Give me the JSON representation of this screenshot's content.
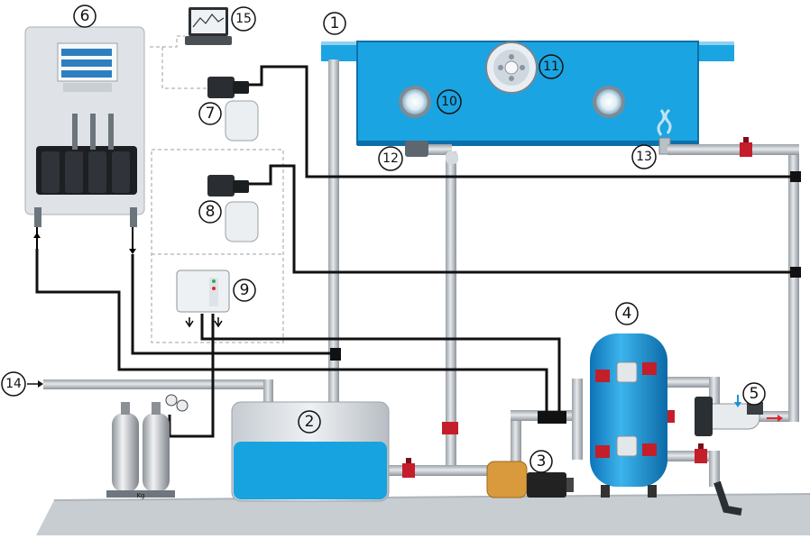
{
  "labels": {
    "n1": "1",
    "n2": "2",
    "n3": "3",
    "n4": "4",
    "n5": "5",
    "n6": "6",
    "n7": "7",
    "n8": "8",
    "n9": "9",
    "n10": "10",
    "n11": "11",
    "n12": "12",
    "n13": "13",
    "n14": "14",
    "n15": "15"
  },
  "tank_label": "Kg",
  "colors": {
    "water": "#16a3e0",
    "pipe": "#c7ccd2",
    "cable": "#111111",
    "valve": "#c41e2a",
    "pump": "#d89a3c",
    "floor": "#c8cdd2"
  }
}
